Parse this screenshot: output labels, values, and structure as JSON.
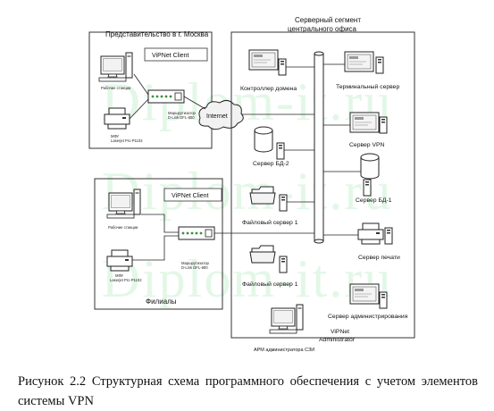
{
  "diagram": {
    "moscow_office": {
      "title": "Представительство в г. Москва",
      "client_label": "ViPNet Client"
    },
    "branch": {
      "title": "Филиалы",
      "client_label": "ViPNet Client"
    },
    "small_labels": {
      "workstations": "Рабочие станции",
      "router_line1": "Маршрутизатор",
      "router_line2": "D-Link DFL-800",
      "mfu_line1": "МФУ",
      "mfu_line2": "Laserjet Pro P1102"
    },
    "internet_label": "Internet",
    "server_segment_title": {
      "line1": "Серверный сегмент",
      "line2": "центрального офиса"
    },
    "servers": {
      "domain_controller": "Контроллер домена",
      "terminal": "Терминальный сервер",
      "vpn": "Сервер VPN",
      "db2": "Сервер БД-2",
      "db1": "Сервер БД-1",
      "file1_top": "Файловый сервер 1",
      "print": "Сервер печати",
      "file1_bottom": "Файловый сервер 1",
      "admin_server": "Сервер администрирования"
    },
    "admin_workstation": "АРМ администратора СЗИ",
    "vipnet_admin": {
      "line1": "ViPNet",
      "line2": "Administrator"
    }
  },
  "watermark": "Diplom-it.ru",
  "caption": "Рисунок 2.2 Структурная схема программного обеспечения с учетом элементов системы VPN"
}
